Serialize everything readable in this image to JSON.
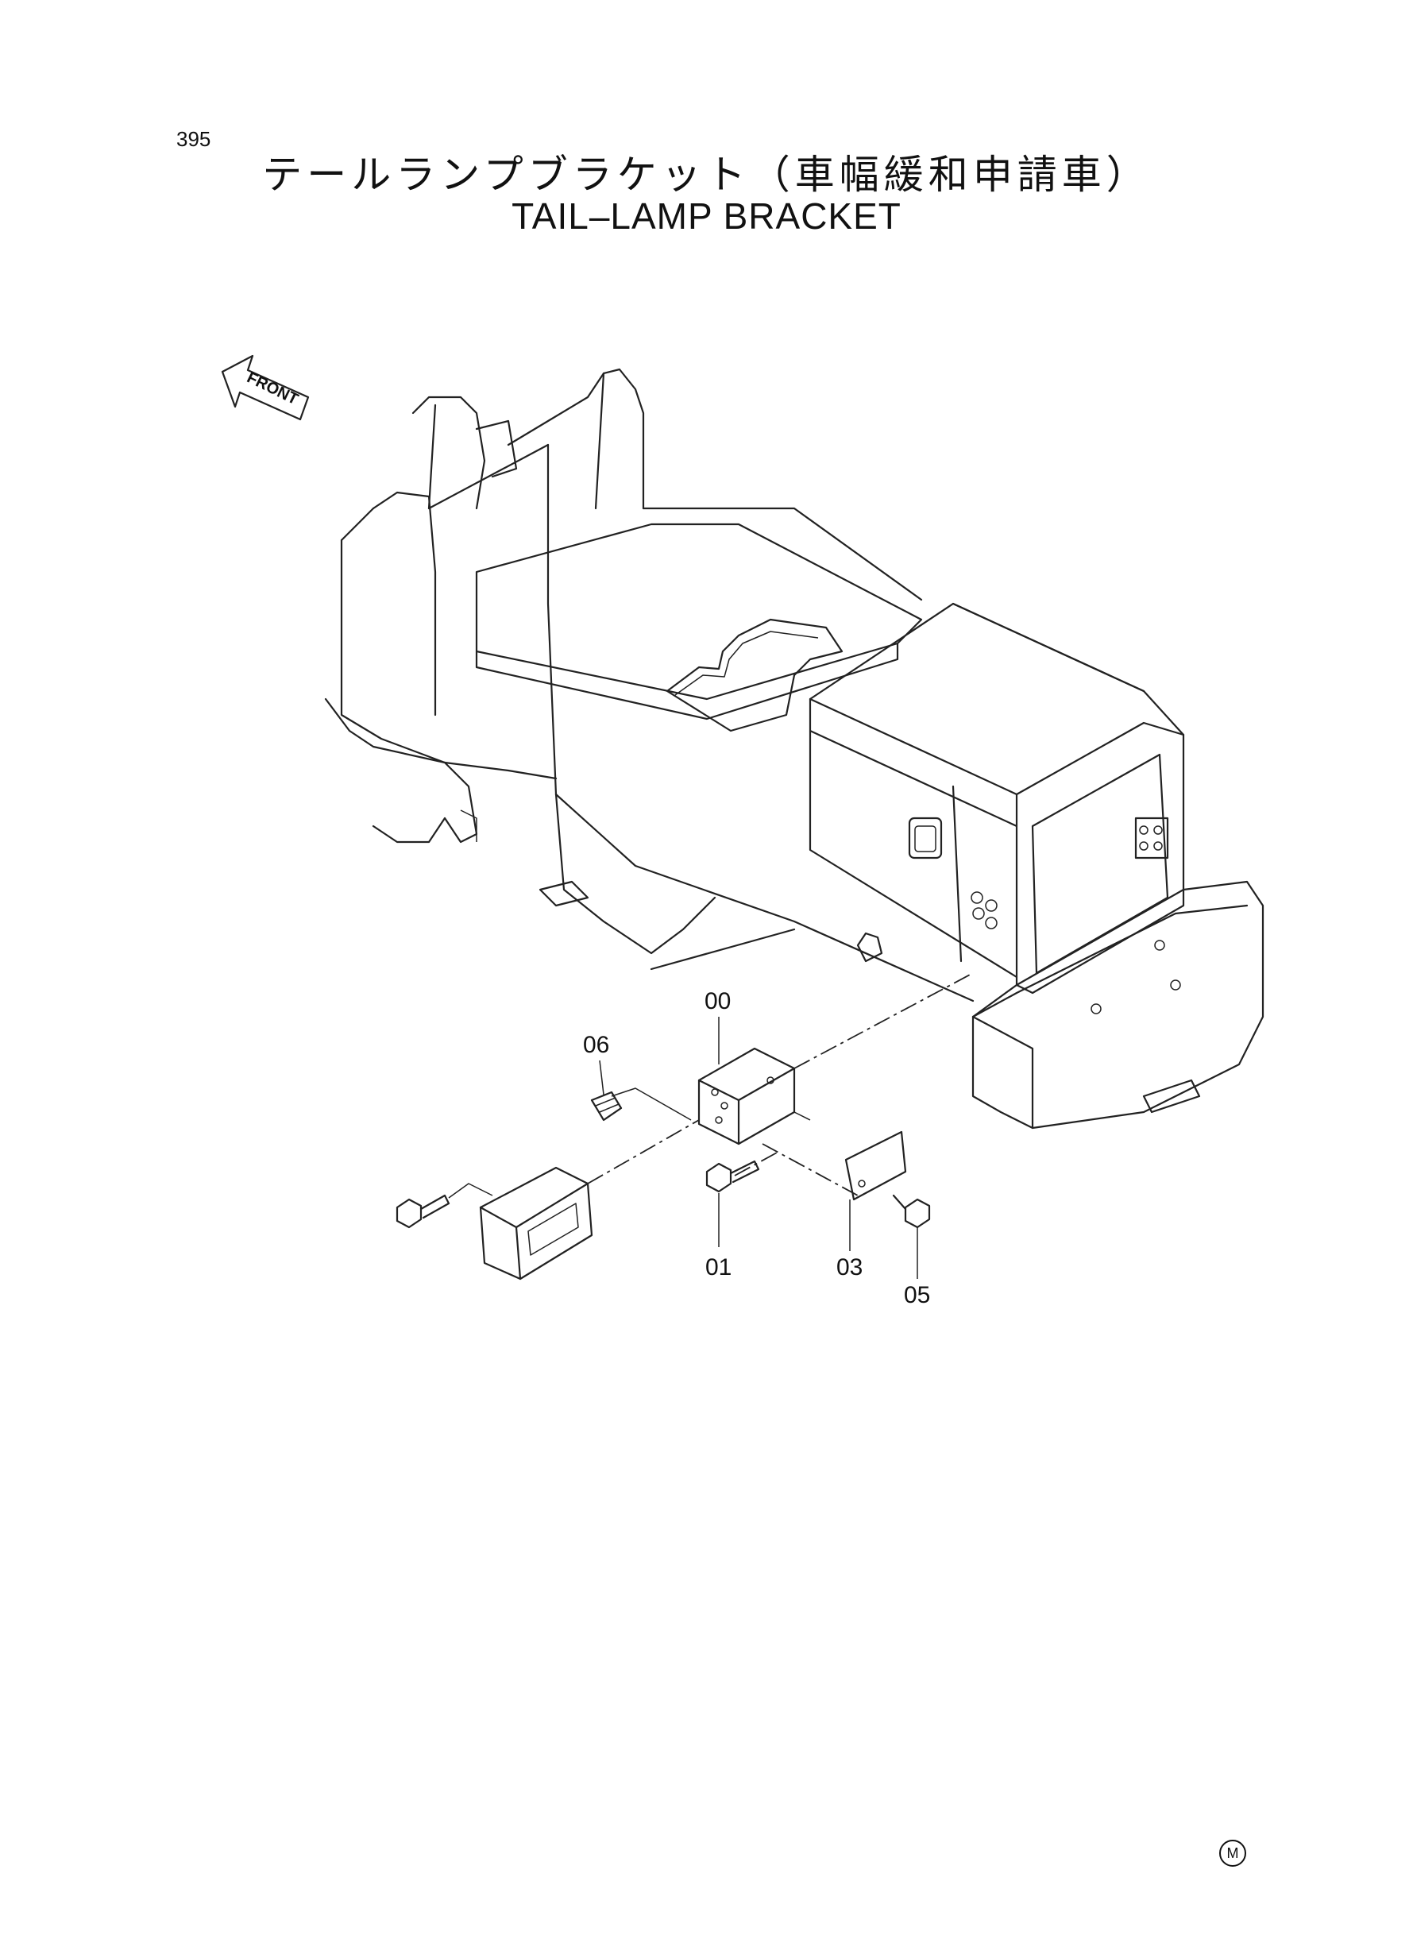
{
  "page_number": "395",
  "title_jp": "テールランプブラケット（車幅緩和申請車）",
  "title_en": "TAIL–LAMP  BRACKET",
  "front_arrow": "FRONT",
  "parts": [
    {
      "label": "00"
    },
    {
      "label": "06"
    },
    {
      "label": "01"
    },
    {
      "label": "03"
    },
    {
      "label": "05"
    }
  ],
  "corner_mark": "M"
}
